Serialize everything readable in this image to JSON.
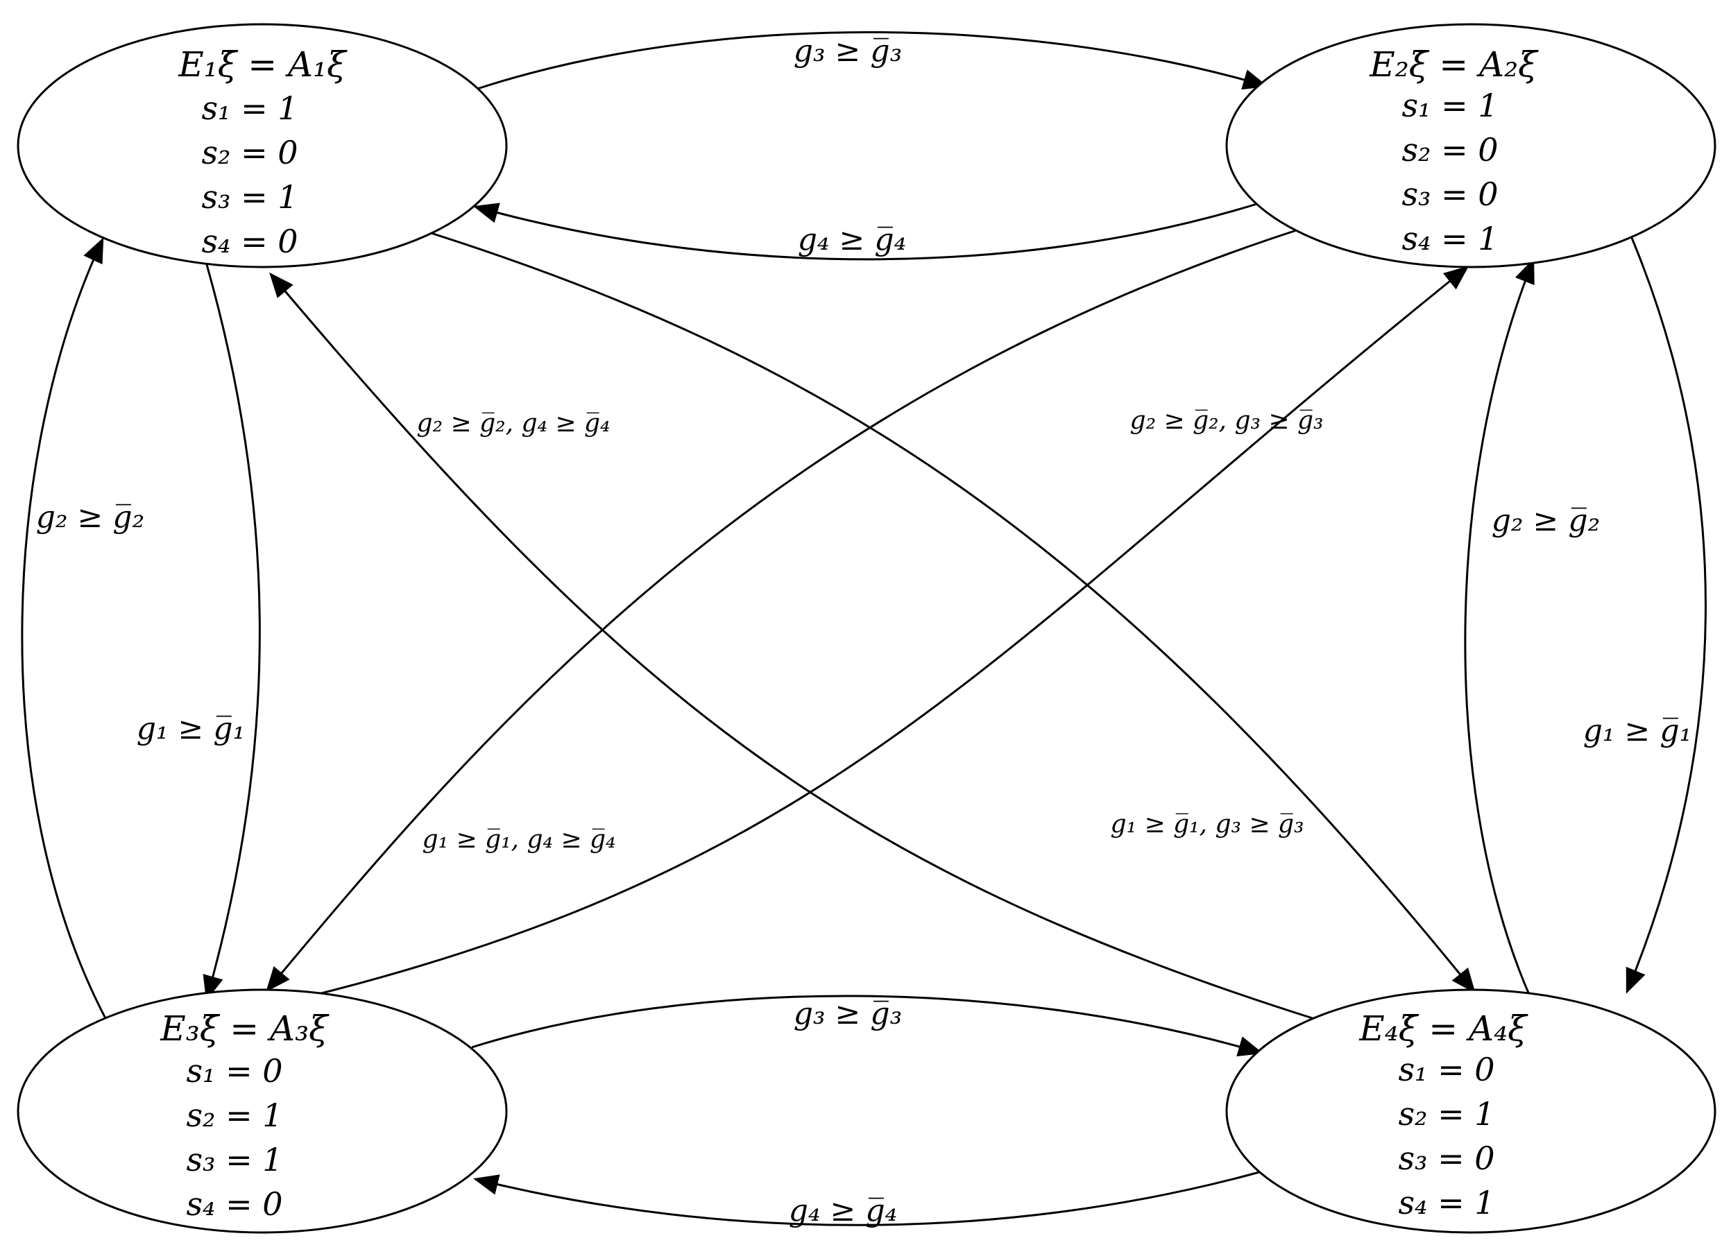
{
  "states": [
    {
      "id": "E1",
      "title": "E₁ξ̇ = A₁ξ",
      "lines": [
        "s₁ = 1",
        "s₂ = 0",
        "s₃ = 1",
        "s₄ = 0"
      ]
    },
    {
      "id": "E2",
      "title": "E₂ξ̇ = A₂ξ",
      "lines": [
        "s₁ = 1",
        "s₂ = 0",
        "s₃ = 0",
        "s₄ = 1"
      ]
    },
    {
      "id": "E3",
      "title": "E₃ξ̇ = A₃ξ",
      "lines": [
        "s₁ = 0",
        "s₂ = 1",
        "s₃ = 1",
        "s₄ = 0"
      ]
    },
    {
      "id": "E4",
      "title": "E₄ξ̇ = A₄ξ",
      "lines": [
        "s₁ = 0",
        "s₂ = 1",
        "s₃ = 0",
        "s₄ = 1"
      ]
    }
  ],
  "transitions": [
    {
      "from": "E1",
      "to": "E2",
      "label": "g₃ ≥ g̅₃"
    },
    {
      "from": "E2",
      "to": "E1",
      "label": "g₄ ≥ g̅₄"
    },
    {
      "from": "E3",
      "to": "E4",
      "label": "g₃ ≥ g̅₃"
    },
    {
      "from": "E4",
      "to": "E3",
      "label": "g₄ ≥ g̅₄"
    },
    {
      "from": "E3",
      "to": "E1",
      "label": "g₂ ≥ g̅₂"
    },
    {
      "from": "E1",
      "to": "E3",
      "label": "g₁ ≥ g̅₁"
    },
    {
      "from": "E4",
      "to": "E2",
      "label": "g₂ ≥ g̅₂"
    },
    {
      "from": "E2",
      "to": "E4",
      "label": "g₁ ≥ g̅₁"
    },
    {
      "from": "E4",
      "to": "E1",
      "label": "g₂ ≥ g̅₂, g₄ ≥ g̅₄"
    },
    {
      "from": "E3",
      "to": "E2",
      "label": "g₂ ≥ g̅₂, g₃ ≥ g̅₃"
    },
    {
      "from": "E2",
      "to": "E3",
      "label": "g₁ ≥ g̅₁, g₄ ≥ g̅₄"
    },
    {
      "from": "E1",
      "to": "E4",
      "label": "g₁ ≥ g̅₁, g₃ ≥ g̅₃"
    }
  ]
}
